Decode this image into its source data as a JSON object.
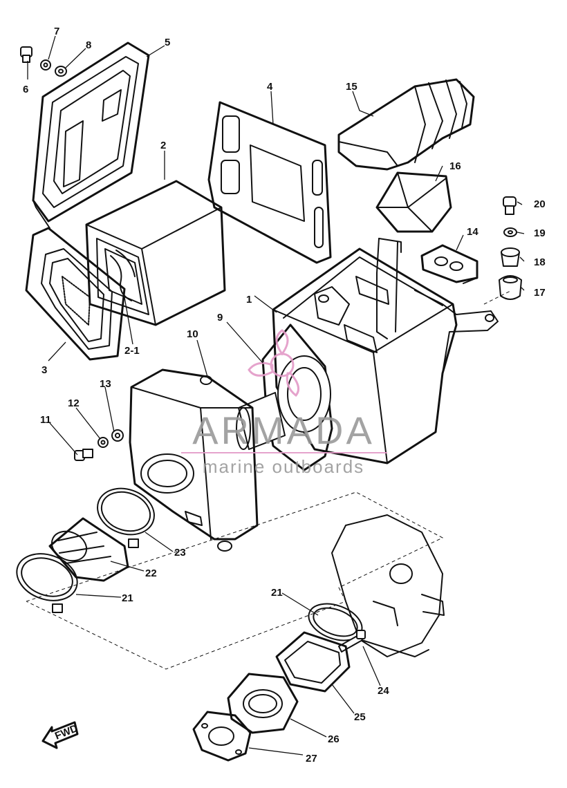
{
  "watermark": {
    "brand": "ARMADA",
    "tagline": "marine outboards",
    "brand_color": "#9a9a9a",
    "accent_color": "#e39ac7"
  },
  "fwd_label": "FWD",
  "parts": [
    {
      "id": "p1",
      "label": "1"
    },
    {
      "id": "p2",
      "label": "2"
    },
    {
      "id": "p2_1",
      "label": "2-1"
    },
    {
      "id": "p3",
      "label": "3"
    },
    {
      "id": "p4",
      "label": "4"
    },
    {
      "id": "p5",
      "label": "5"
    },
    {
      "id": "p6",
      "label": "6"
    },
    {
      "id": "p7",
      "label": "7"
    },
    {
      "id": "p8",
      "label": "8"
    },
    {
      "id": "p9",
      "label": "9"
    },
    {
      "id": "p10",
      "label": "10"
    },
    {
      "id": "p11",
      "label": "11"
    },
    {
      "id": "p12",
      "label": "12"
    },
    {
      "id": "p13",
      "label": "13"
    },
    {
      "id": "p14",
      "label": "14"
    },
    {
      "id": "p15",
      "label": "15"
    },
    {
      "id": "p16",
      "label": "16"
    },
    {
      "id": "p17",
      "label": "17"
    },
    {
      "id": "p18",
      "label": "18"
    },
    {
      "id": "p19",
      "label": "19"
    },
    {
      "id": "p20",
      "label": "20"
    },
    {
      "id": "p21a",
      "label": "21"
    },
    {
      "id": "p21b",
      "label": "21"
    },
    {
      "id": "p22",
      "label": "22"
    },
    {
      "id": "p23",
      "label": "23"
    },
    {
      "id": "p24",
      "label": "24"
    },
    {
      "id": "p25",
      "label": "25"
    },
    {
      "id": "p26",
      "label": "26"
    },
    {
      "id": "p27",
      "label": "27"
    }
  ]
}
